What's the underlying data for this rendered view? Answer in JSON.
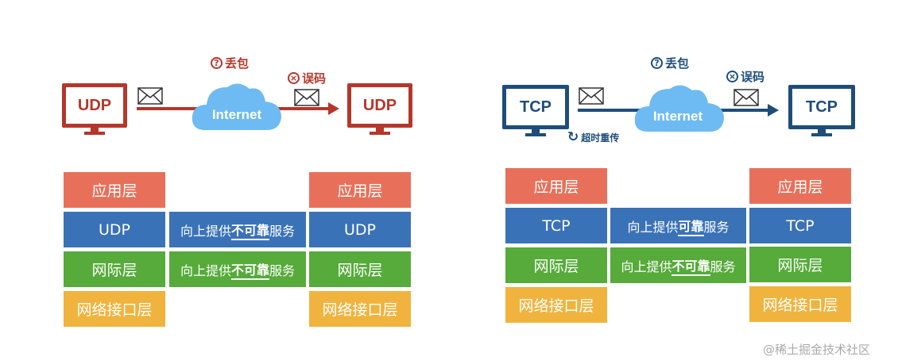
{
  "udp": {
    "protocol": "UDP",
    "cloud": "Internet",
    "loss": "丢包",
    "error": "误码",
    "left_stack": [
      "应用层",
      "UDP",
      "网际层",
      "网络接口层"
    ],
    "right_stack": [
      "应用层",
      "UDP",
      "网际层",
      "网络接口层"
    ],
    "mid": [
      {
        "pre": "向上提供",
        "em": "不可靠",
        "post": "服务"
      },
      {
        "pre": "向上提供",
        "em": "不可靠",
        "post": "服务"
      }
    ]
  },
  "tcp": {
    "protocol": "TCP",
    "cloud": "Internet",
    "loss": "丢包",
    "error": "误码",
    "retransmit": "超时重传",
    "left_stack": [
      "应用层",
      "TCP",
      "网际层",
      "网络接口层"
    ],
    "right_stack": [
      "应用层",
      "TCP",
      "网际层",
      "网络接口层"
    ],
    "mid": [
      {
        "pre": "向上提供",
        "em": "可靠",
        "post": "服务"
      },
      {
        "pre": "向上提供",
        "em": "不可靠",
        "post": "服务"
      }
    ]
  },
  "watermark": "@稀土掘金技术社区",
  "colors": {
    "udp": "#b5372a",
    "tcp": "#1f4d7a",
    "cloud": "#6dbbf2",
    "app": "#e8705a",
    "transport": "#3a72b8",
    "internet": "#56ab3a",
    "link": "#f0b33d"
  }
}
